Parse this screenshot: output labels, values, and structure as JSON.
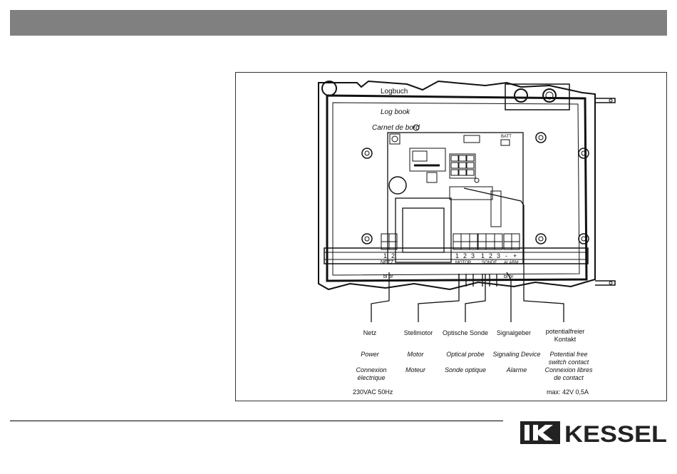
{
  "diagram": {
    "heading": [
      "Logbuch",
      "Log book",
      "Carnet de bord"
    ],
    "board": {
      "batt": "BATT",
      "netz_pins": [
        "1",
        "2"
      ],
      "netz": "NETZ",
      "motor_pins": [
        "1",
        "2",
        "3"
      ],
      "motor": "MOTOR",
      "sonde_pins": [
        "1",
        "2",
        "3"
      ],
      "sonde": "SONDE",
      "alarm_pins": [
        "-",
        "+"
      ],
      "alarm": "ALARM",
      "wire_netz": "bl  br",
      "wire_alarm": "bl  br"
    },
    "columns": [
      {
        "de": "Netz",
        "en": "Power",
        "fr": [
          "Connexion",
          "électrique"
        ]
      },
      {
        "de": "Stellmotor",
        "en": "Motor",
        "fr": [
          "Moteur"
        ]
      },
      {
        "de": "Optische Sonde",
        "en": "Optical probe",
        "fr": [
          "Sonde optique"
        ]
      },
      {
        "de": "Signalgeber",
        "en": "Signaling Device",
        "fr": [
          "Alarme"
        ]
      },
      {
        "de": [
          "potentialfreier",
          "Kontakt"
        ],
        "en": [
          "Potential free",
          "switch contact"
        ],
        "fr": [
          "Connexion libres",
          "de contact"
        ]
      }
    ],
    "spec_left": "230VAC 50Hz",
    "spec_right": "max: 42V 0,5A"
  },
  "brand": {
    "name": "KESSEL",
    "color": "#222222"
  },
  "colors": {
    "header": "#808080"
  }
}
